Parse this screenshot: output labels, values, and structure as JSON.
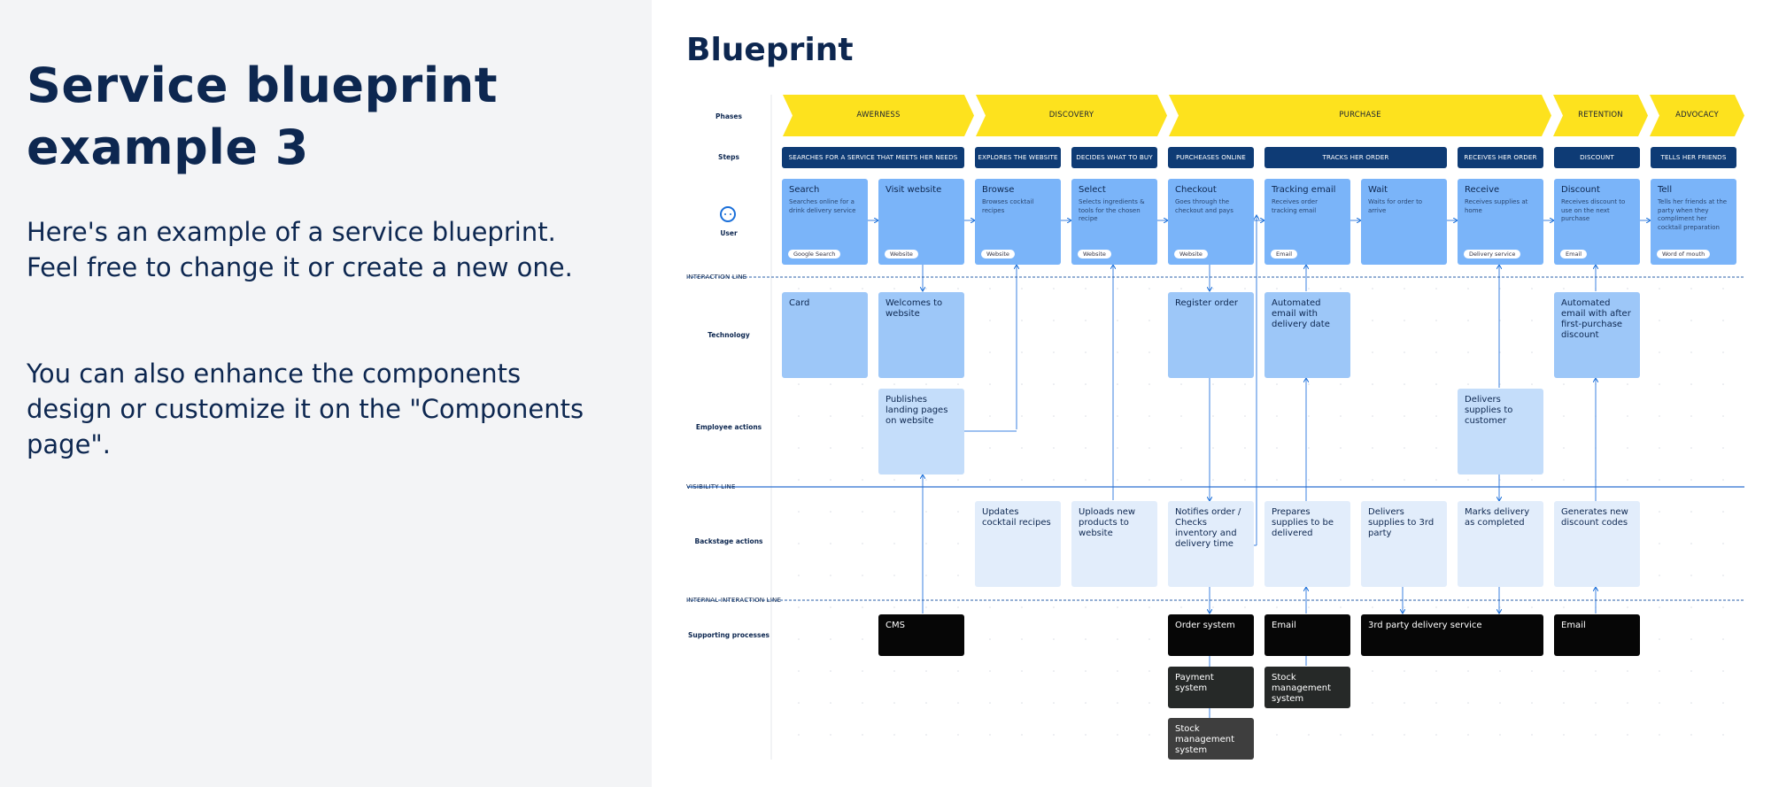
{
  "intro": {
    "title": "Service blueprint example 3",
    "paragraph1": "Here's an example of a service blueprint. Feel free to change it or create a new one.",
    "paragraph2": "You can also enhance the components design or customize it on the \"Components page\"."
  },
  "blueprint": {
    "title": "Blueprint",
    "row_labels": {
      "phases": "Phases",
      "steps": "Steps",
      "user": "User",
      "technology": "Technology",
      "employee": "Employee actions",
      "backstage": "Backstage actions",
      "supporting": "Supporting processes"
    },
    "line_labels": {
      "interaction": "INTERACTION LINE",
      "visibility": "VISIBILITY LINE",
      "internal": "INTERNAL INTERACTION LINE"
    },
    "phases": [
      "AWERNESS",
      "DISCOVERY",
      "PURCHASE",
      "RETENTION",
      "ADVOCACY"
    ],
    "steps": [
      "SEARCHES FOR A SERVICE THAT MEETS HER NEEDS",
      "EXPLORES THE WEBSITE",
      "DECIDES WHAT TO BUY",
      "PURCHEASES ONLINE",
      "TRACKS HER ORDER",
      "RECEIVES HER ORDER",
      "DISCOUNT",
      "TELLS HER FRIENDS"
    ],
    "user_cards": [
      {
        "title": "Search",
        "desc": "Searches online for a drink delivery service",
        "tag": "Google Search"
      },
      {
        "title": "Visit website",
        "desc": "",
        "tag": "Website"
      },
      {
        "title": "Browse",
        "desc": "Browses cocktail recipes",
        "tag": "Website"
      },
      {
        "title": "Select",
        "desc": "Selects ingredients & tools for the chosen recipe",
        "tag": "Website"
      },
      {
        "title": "Checkout",
        "desc": "Goes through the checkout and pays",
        "tag": "Website"
      },
      {
        "title": "Tracking email",
        "desc": "Receives order tracking email",
        "tag": "Email"
      },
      {
        "title": "Wait",
        "desc": "Waits for order to arrive",
        "tag": ""
      },
      {
        "title": "Receive",
        "desc": "Receives supplies at home",
        "tag": "Delivery service"
      },
      {
        "title": "Discount",
        "desc": "Receives discount to use on the next purchase",
        "tag": "Email"
      },
      {
        "title": "Tell",
        "desc": "Tells her friends at the party when they compliment her cocktail preparation",
        "tag": "Word of mouth"
      }
    ],
    "tech_cards": [
      "Card",
      "Welcomes to website",
      "Register order",
      "Automated email with delivery date",
      "Automated email with after first-purchase discount"
    ],
    "employee_cards": [
      "Publishes landing pages on website",
      "Delivers supplies to customer"
    ],
    "backstage_cards": [
      "Updates cocktail recipes",
      "Uploads new products to website",
      "Notifies order / Checks inventory and delivery time",
      "Prepares supplies to be delivered",
      "Delivers supplies to 3rd party",
      "Marks delivery as completed",
      "Generates new discount codes"
    ],
    "support_cards": [
      "CMS",
      "Order system",
      "Email",
      "3rd party delivery service",
      "Email",
      "Payment system",
      "Stock management system",
      "Stock management system"
    ],
    "colors": {
      "navy": "#0e3b75",
      "yellow": "#fde21e",
      "line": "#1a6fd9"
    }
  }
}
